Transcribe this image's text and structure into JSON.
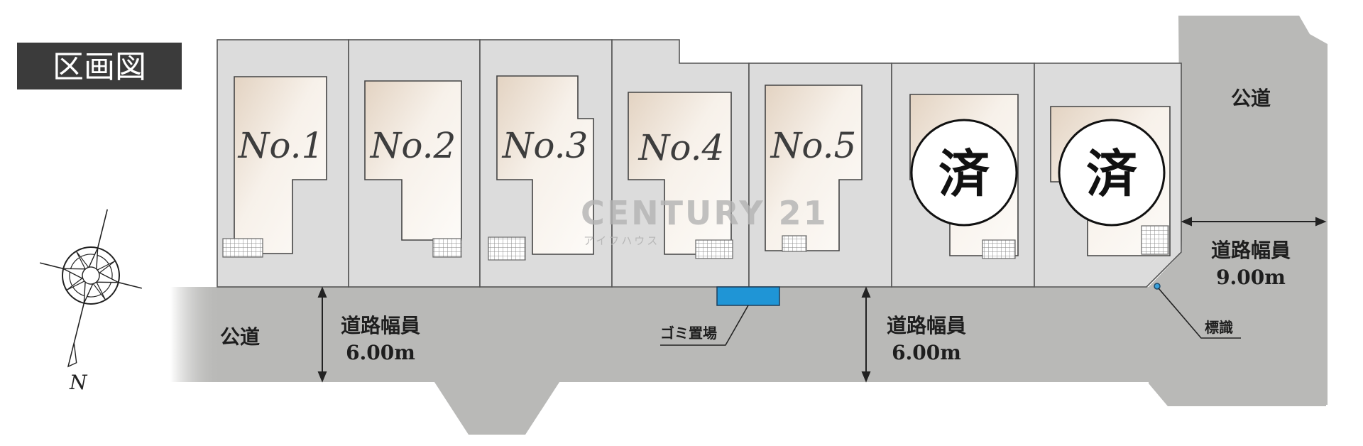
{
  "title": "区画図",
  "lots": [
    {
      "label": "No.1"
    },
    {
      "label": "No.2"
    },
    {
      "label": "No.3"
    },
    {
      "label": "No.4"
    },
    {
      "label": "No.5"
    },
    {
      "label": "済"
    },
    {
      "label": "済"
    }
  ],
  "roads": {
    "left_label": "公道",
    "right_label": "公道",
    "front_width_label": "道路幅員",
    "front_width_value": "6.00m",
    "front_width_label_2": "道路幅員",
    "front_width_value_2": "6.00m",
    "side_width_label": "道路幅員",
    "side_width_value": "9.00m"
  },
  "garbage_label": "ゴミ置場",
  "sign_label": "標識",
  "watermark": {
    "main": "CENTURY 21",
    "sub": "アイフハウス"
  },
  "compass_label": "N",
  "colors": {
    "road": "#b9b9b7",
    "lot": "#dcdcdc",
    "house_light": "#fbf8f4",
    "house_dark": "#e5d6c6",
    "garbage": "#1f95d6",
    "title_bg": "#3b3b3b"
  }
}
